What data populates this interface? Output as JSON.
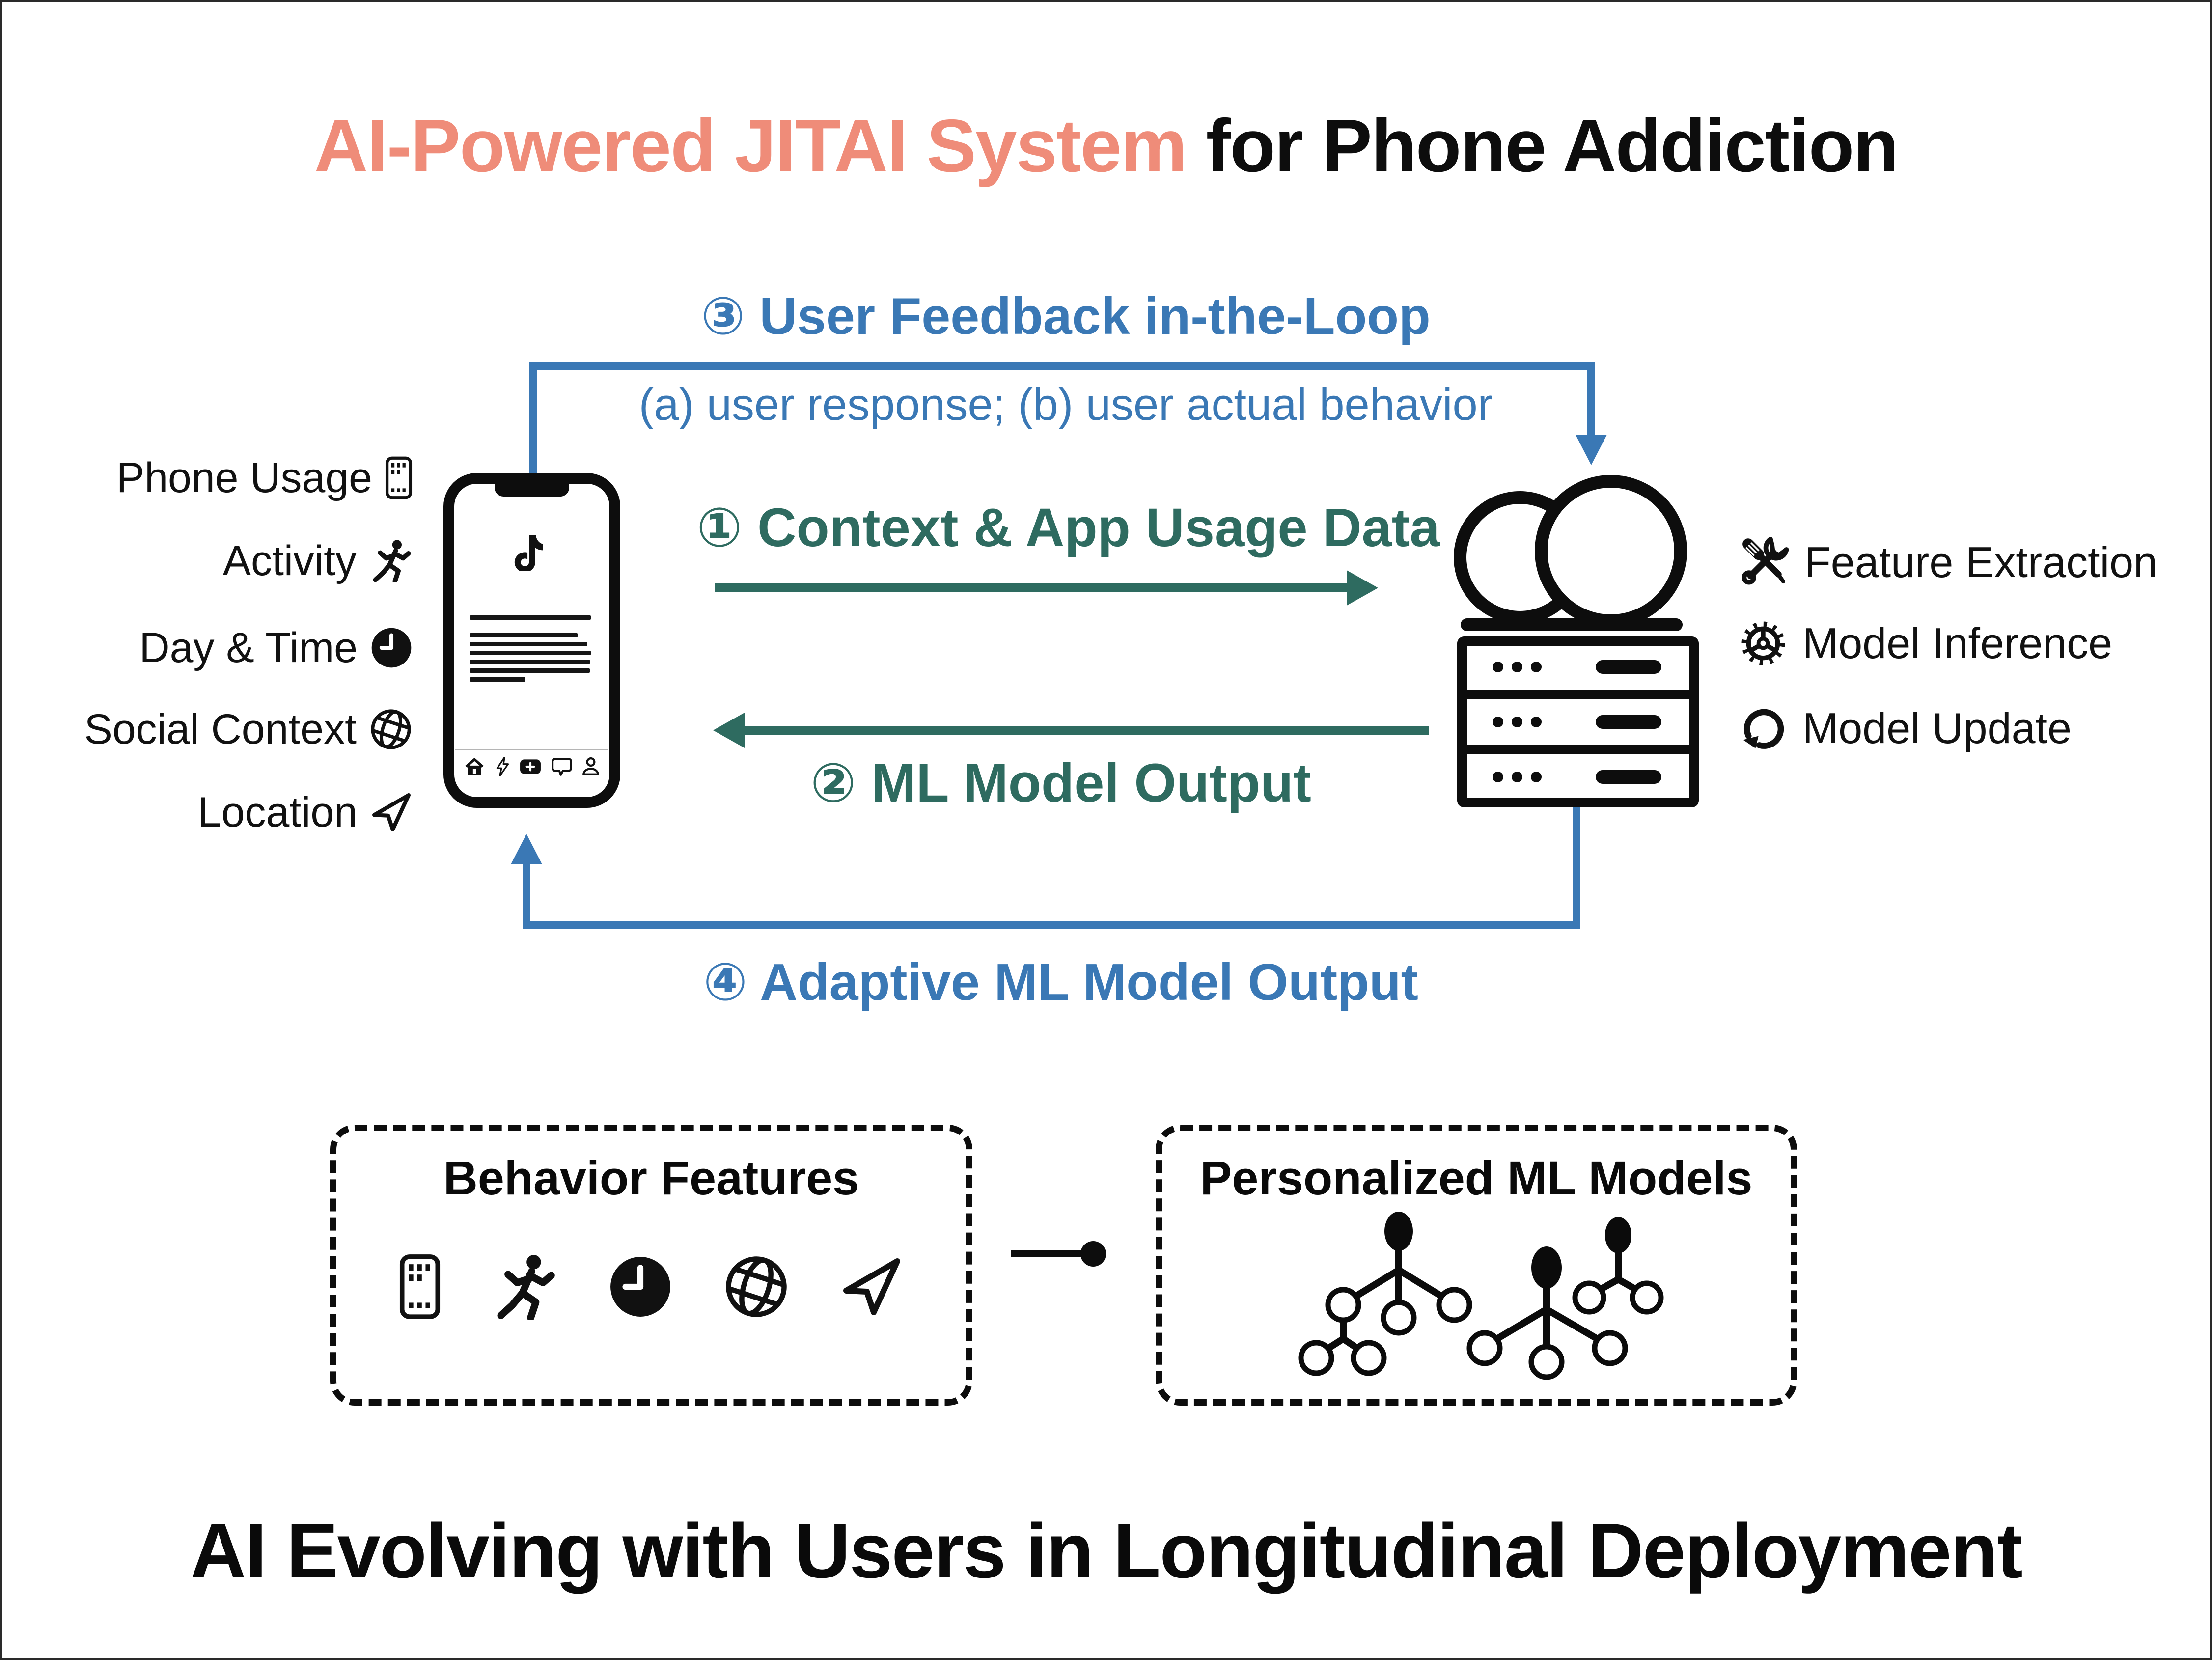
{
  "header": {
    "title_accent": "AI-Powered JITAI System",
    "title_rest": " for Phone Addiction"
  },
  "loop": {
    "step1": "① Context & App Usage Data",
    "step2": "② ML Model Output",
    "step3": "③ User Feedback in-the-Loop",
    "step3_sub": "(a) user response; (b) user actual behavior",
    "step4": "④ Adaptive ML Model Output"
  },
  "phone_context": {
    "items": [
      {
        "label": "Phone Usage",
        "icon": "phone-icon"
      },
      {
        "label": "Activity",
        "icon": "runner-icon"
      },
      {
        "label": "Day & Time",
        "icon": "clock-icon"
      },
      {
        "label": "Social Context",
        "icon": "globe-icon"
      },
      {
        "label": "Location",
        "icon": "location-arrow-icon"
      }
    ]
  },
  "cloud_functions": {
    "items": [
      {
        "label": "Feature Extraction",
        "icon": "tools-icon"
      },
      {
        "label": "Model Inference",
        "icon": "gear-icon"
      },
      {
        "label": "Model Update",
        "icon": "refresh-icon"
      }
    ]
  },
  "bottom": {
    "behavior_box_title": "Behavior Features",
    "models_box_title": "Personalized ML Models",
    "footer_title": "AI Evolving with Users in Longitudinal Deployment"
  },
  "colors": {
    "accent_salmon": "#EF8C79",
    "loop_blue": "#3A78B5",
    "data_teal": "#2E6B60",
    "ink_black": "#111111"
  }
}
